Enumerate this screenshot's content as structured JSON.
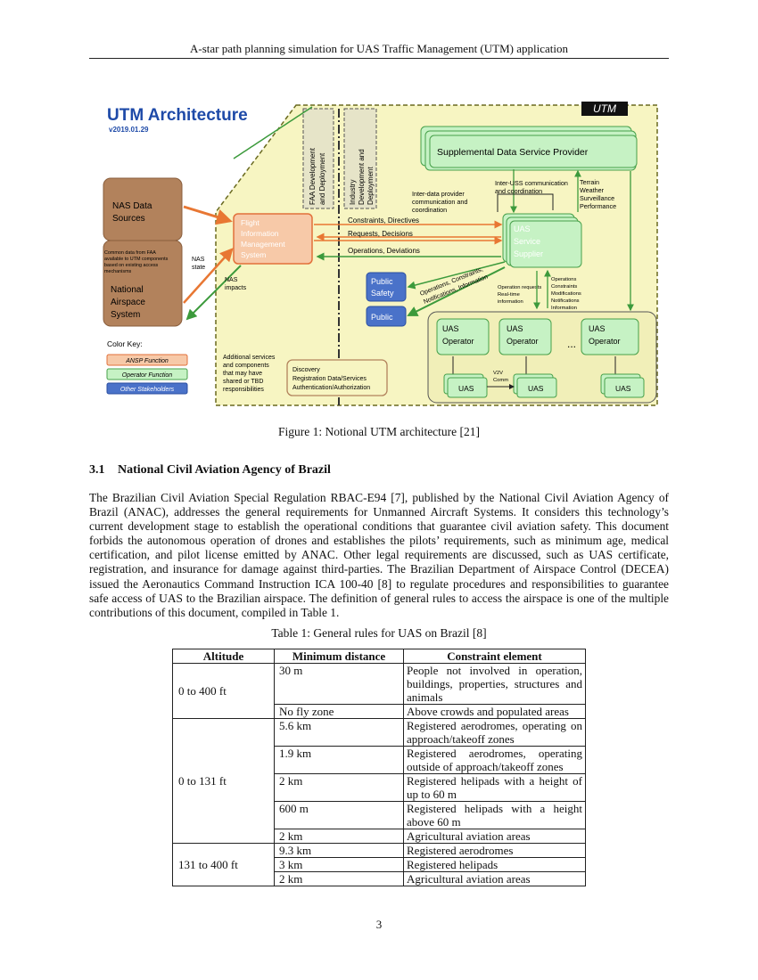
{
  "header": {
    "running_title": "A-star path planning simulation for UAS Traffic Management (UTM) application"
  },
  "figure": {
    "title": "UTM Architecture",
    "version": "v2019.01.29",
    "utm_tag": "UTM",
    "faa_dev": [
      "FAA Development",
      "and Deployment"
    ],
    "industry_dev": [
      "Industry",
      "Development and",
      "Deployment"
    ],
    "sdsp": "Supplemental Data Service Provider",
    "inter_uss": [
      "Inter-USS communication",
      "and coordination"
    ],
    "terrain": [
      "Terrain",
      "Weather",
      "Surveillance",
      "Performance"
    ],
    "inter_data": [
      "Inter-data provider",
      "communication and",
      "coordination"
    ],
    "nas_data": [
      "NAS Data",
      "Sources"
    ],
    "fims": [
      "Flight",
      "Information",
      "Management",
      "System"
    ],
    "constraints_directives": "Constraints, Directives",
    "requests_decisions": "Requests, Decisions",
    "operations_deviations": "Operations, Deviations",
    "uss": [
      "UAS",
      "Service",
      "Supplier"
    ],
    "common_data": [
      "Common data from FAA",
      "available to UTM components",
      "based on existing access",
      "mechanisms"
    ],
    "nas_state": [
      "NAS",
      "state"
    ],
    "nas_impacts": [
      "NAS",
      "impacts"
    ],
    "national_airspace": [
      "National",
      "Airspace",
      "System"
    ],
    "public_safety": [
      "Public",
      "Safety"
    ],
    "public": "Public",
    "diag_labels": [
      "Operations, Constraints,",
      "Notifications, Information"
    ],
    "op_requests": [
      "Operation requests",
      "Real-time",
      "information"
    ],
    "op_constraints": [
      "Operations",
      "Constraints",
      "Modifications",
      "Notifications",
      "Information"
    ],
    "uas_operator": [
      "UAS",
      "Operator"
    ],
    "ellipsis": "...",
    "v2v": [
      "V2V",
      "Comm"
    ],
    "uas": "UAS",
    "color_key_title": "Color Key:",
    "color_key": [
      "ANSP Function",
      "Operator Function",
      "Other Stakeholders"
    ],
    "additional": [
      "Additional services",
      "and components",
      "that may have",
      "shared or TBD",
      "responsibilities"
    ],
    "discovery": [
      "Discovery",
      "Registration Data/Services",
      "Authentication/Authorization"
    ],
    "colors": {
      "ansp": "#f7c9a8",
      "ansp_border": "#e2703a",
      "operator": "#c6f2c4",
      "operator_border": "#47a04a",
      "stakeholder": "#4a72c9",
      "nas_box": "#b2825c",
      "title_blue": "#1e4aa8",
      "utm_region": "#f7f5c2",
      "arrow_orange": "#e87733",
      "arrow_green": "#3c9a3c"
    }
  },
  "figure_caption": "Figure 1: Notional UTM architecture [21]",
  "section": {
    "number": "3.1",
    "title": "National Civil Aviation Agency of Brazil"
  },
  "body_text": "The Brazilian Civil Aviation Special Regulation RBAC-E94 [7], published by the National Civil Aviation Agency of Brazil (ANAC), addresses the general requirements for Unmanned Aircraft Systems. It considers this technology’s current development stage to establish the operational conditions that guarantee civil aviation safety. This document forbids the autonomous operation of drones and establishes the pilots’ requirements, such as minimum age, medical certification, and pilot license emitted by ANAC. Other legal requirements are discussed, such as UAS certificate, registration, and insurance for damage against third-parties. The Brazilian Department of Airspace Control (DECEA) issued the Aeronautics Command Instruction ICA 100-40 [8] to regulate procedures and responsibilities to guarantee safe access of UAS to the Brazilian airspace. The definition of general rules to access the airspace is one of the multiple contributions of this document, compiled in Table 1.",
  "table_caption": "Table 1: General rules for UAS on Brazil [8]",
  "table": {
    "headers": [
      "Altitude",
      "Minimum distance",
      "Constraint element"
    ],
    "groups": [
      {
        "altitude": "0 to 400 ft",
        "rows": [
          {
            "distance": "30 m",
            "constraint": "People not involved in operation, buildings, properties, structures and animals"
          },
          {
            "distance": "No fly zone",
            "constraint": "Above crowds and populated areas"
          }
        ]
      },
      {
        "altitude": "0 to 131 ft",
        "rows": [
          {
            "distance": "5.6 km",
            "constraint": "Registered aerodromes, operating on approach/takeoff zones"
          },
          {
            "distance": "1.9 km",
            "constraint": "Registered aerodromes, operating outside of approach/takeoff zones"
          },
          {
            "distance": "2 km",
            "constraint": "Registered helipads with a height of up to 60 m"
          },
          {
            "distance": "600 m",
            "constraint": "Registered helipads with a height above 60 m"
          },
          {
            "distance": "2 km",
            "constraint": "Agricultural aviation areas"
          }
        ]
      },
      {
        "altitude": "131 to 400 ft",
        "rows": [
          {
            "distance": "9.3 km",
            "constraint": "Registered aerodromes"
          },
          {
            "distance": "3 km",
            "constraint": "Registered helipads"
          },
          {
            "distance": "2 km",
            "constraint": "Agricultural aviation areas"
          }
        ]
      }
    ]
  },
  "page_number": "3"
}
